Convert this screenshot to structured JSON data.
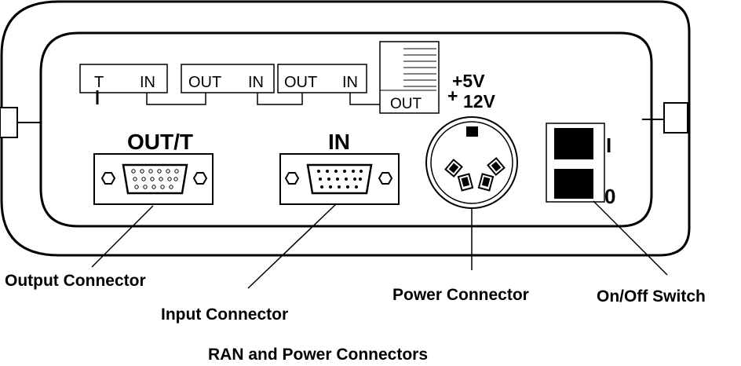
{
  "chain": {
    "box1": {
      "t": "T",
      "in": "IN"
    },
    "box2": {
      "out": "OUT",
      "in": "IN"
    },
    "box3": {
      "out": "OUT",
      "in": "IN"
    },
    "psu_out": "OUT"
  },
  "voltages": {
    "v5": "+5V",
    "plus": "+",
    "v12": "12V"
  },
  "ports": {
    "out_t": "OUT/T",
    "in": "IN"
  },
  "switch": {
    "on": "I",
    "off": "0"
  },
  "callouts": {
    "output": "Output Connector",
    "input": "Input Connector",
    "power": "Power Connector",
    "switch": "On/Off Switch"
  },
  "caption": "RAN and Power Connectors"
}
